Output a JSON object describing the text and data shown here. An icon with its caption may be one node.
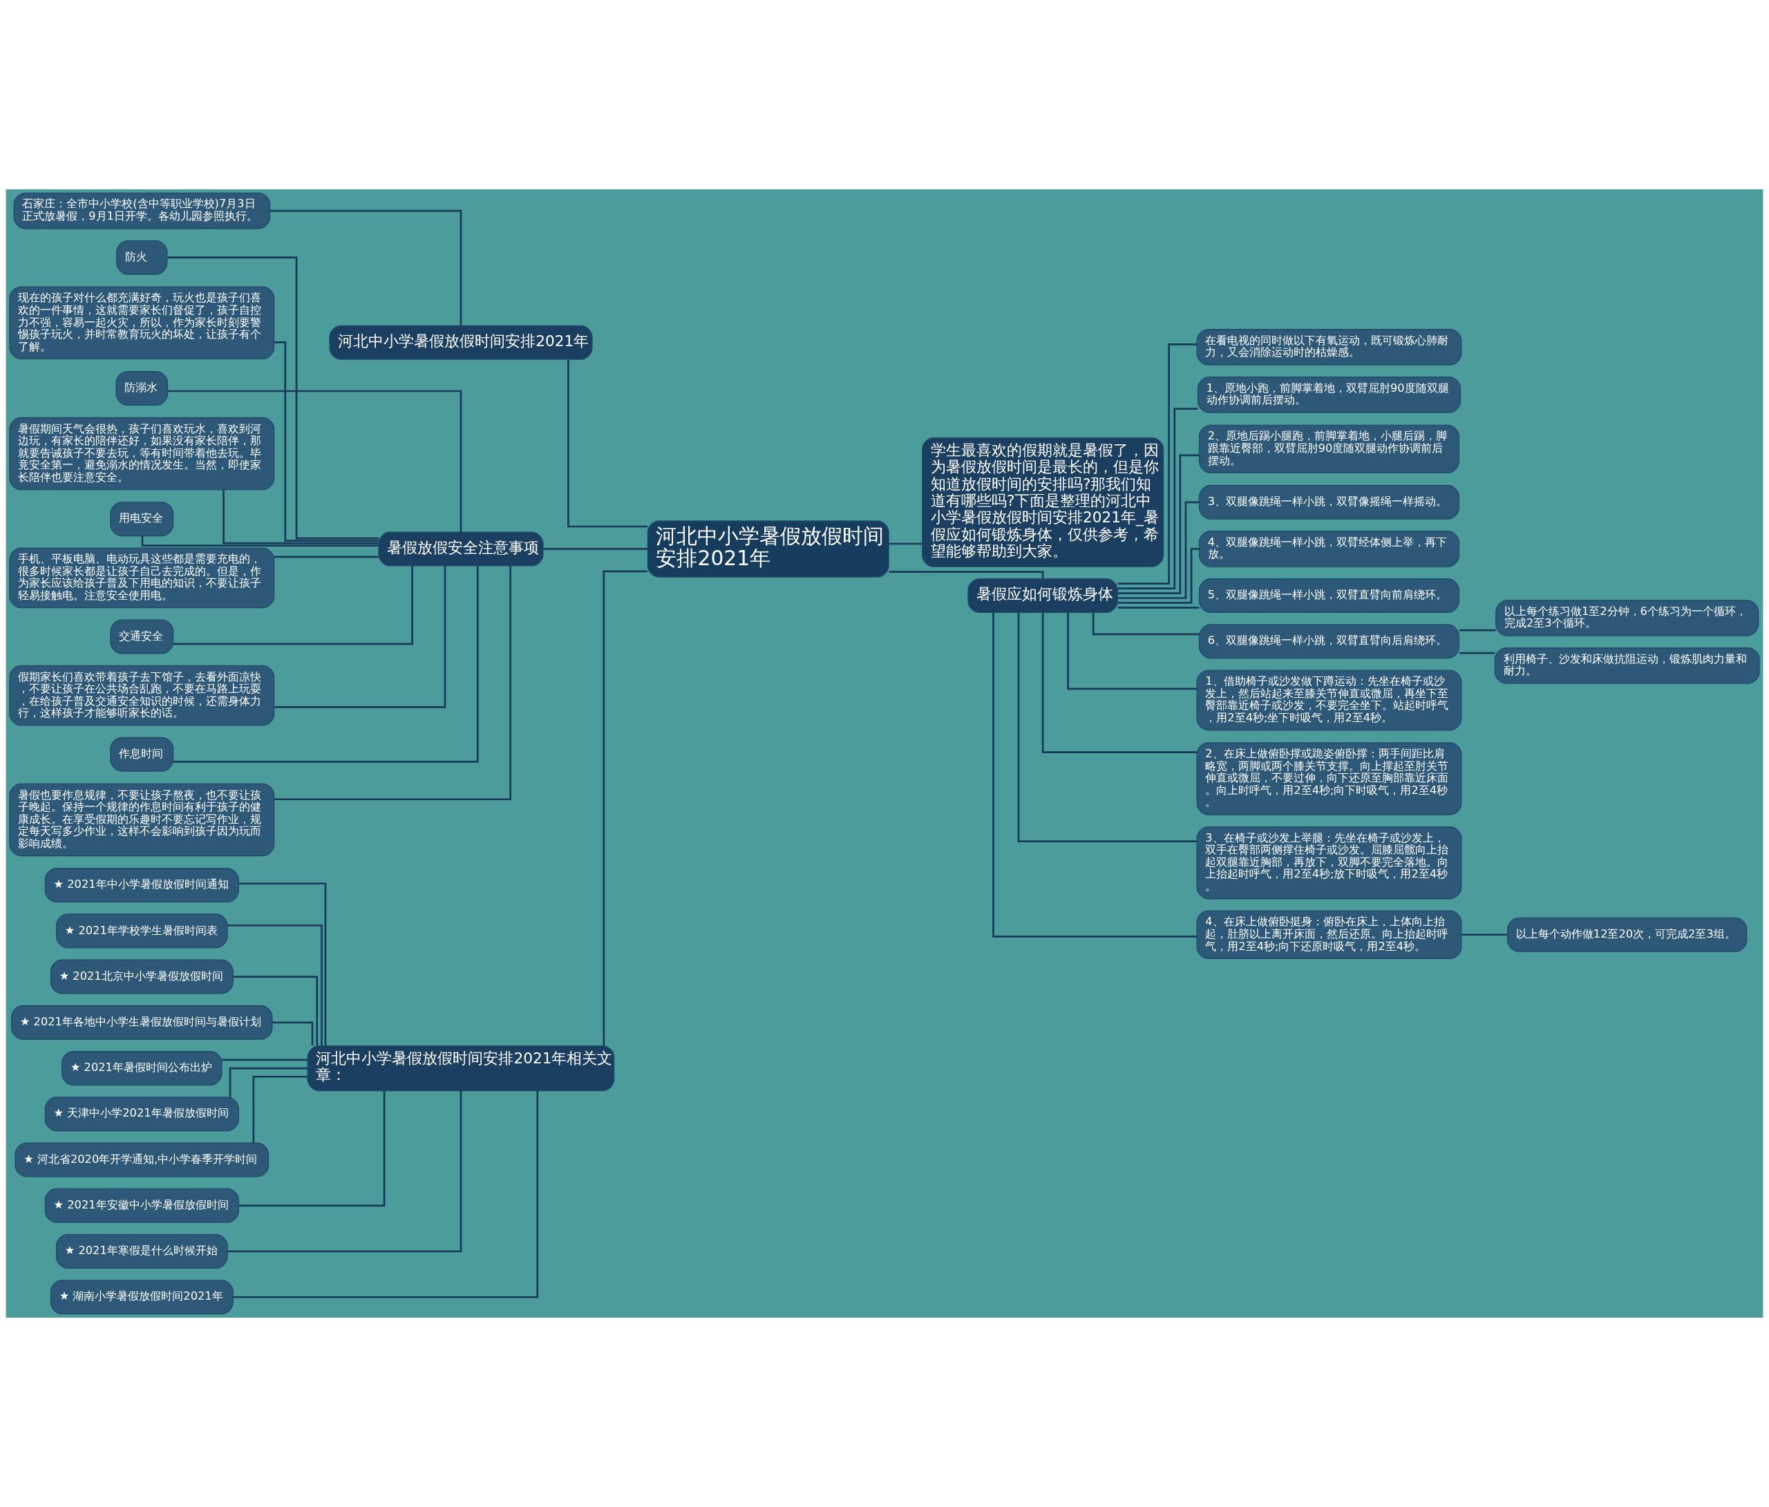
{
  "diagram": {
    "nodes": [
      {
        "text": [
          "河北中小学暑假放假时间安排2021年"
        ]
      },
      {
        "text": [
          "河北中小学暑假放假时间安排2021年"
        ]
      },
      {
        "text": [
          "石家庄：全市中小学校(含中等职业学校)7月3日正式放暑假，9月1日开学。各幼儿园参照执行。"
        ]
      },
      {
        "text": [
          "暑假放假安全注意事项"
        ]
      },
      {
        "text": [
          "防火"
        ]
      },
      {
        "text": [
          "现在的孩子对什么都充满好奇，玩火也是孩子们喜欢的一件事情，这就需要家长们督促了，孩子自控力不强，容易一起火灾，所以，作为家长时刻要警惕孩子玩火，并时常教育玩火的坏处，让孩子有个了解。"
        ]
      },
      {
        "text": [
          "防溺水"
        ]
      },
      {
        "text": [
          "暑假期间天气会很热，孩子们喜欢玩水，喜欢到河边玩，有家长的陪伴还好，如果没有家长陪伴，那就要告诫孩子不要去玩，等有时间带着他去玩。毕竟安全第一，避免溺水的情况发生。当然，即使家长陪伴也要注意安全。"
        ]
      },
      {
        "text": [
          "用电安全"
        ]
      },
      {
        "text": [
          "手机、平板电脑、电动玩具这些都是需要充电的，很多时候家长都是让孩子自己去完成的。但是，作为家长应该给孩子普及下用电的知识，不要让孩子轻易接触电。注意安全使用电。"
        ]
      },
      {
        "text": [
          "交通安全"
        ]
      },
      {
        "text": [
          "假期家长们喜欢带着孩子去下馆子，去看外面凉快，不要让孩子在公共场合乱跑，不要在马路上玩耍，在给孩子普及交通安全知识的时候，还需身体力行，这样孩子才能够听家长的话。"
        ]
      },
      {
        "text": [
          "作息时间"
        ]
      },
      {
        "text": [
          "暑假也要作息规律，不要让孩子熬夜，也不要让孩子晚起。保持一个规律的作息时间有利于孩子的健康成长。在享受假期的乐趣时不要忘记写作业，规定每天写多少作业，这样不会影响到孩子因为玩而影响成绩。"
        ]
      },
      {
        "text": [
          "河北中小学暑假放假时间安排2021年相关文章："
        ]
      },
      {
        "text": [
          "★ 2021年中小学暑假放假时间通知"
        ]
      },
      {
        "text": [
          "★ 2021年学校学生暑假时间表"
        ]
      },
      {
        "text": [
          "★ 2021北京中小学暑假放假时间"
        ]
      },
      {
        "text": [
          "★ 2021年各地中小学生暑假放假时间与暑假计划"
        ]
      },
      {
        "text": [
          "★ 2021年暑假时间公布出炉"
        ]
      },
      {
        "text": [
          "★ 天津中小学2021年暑假放假时间"
        ]
      },
      {
        "text": [
          "★ 河北省2020年开学通知,中小学春季开学时间"
        ]
      },
      {
        "text": [
          "★ 2021年安徽中小学暑假放假时间"
        ]
      },
      {
        "text": [
          "★ 2021年寒假是什么时候开始"
        ]
      },
      {
        "text": [
          "★ 湖南小学暑假放假时间2021年"
        ]
      },
      {
        "text": [
          "学生最喜欢的假期就是暑假了，因为暑假放假时间是最长的，但是你知道放假时间的安排吗?那我们知道有哪些吗?下面是整理的河北中小学暑假放假时间安排2021年_暑假应如何锻炼身体，仅供参考，希望能够帮助到大家。"
        ]
      },
      {
        "text": [
          "暑假应如何锻炼身体"
        ]
      },
      {
        "text": [
          "在看电视的同时做以下有氧运动，既可锻炼心肺耐力，又会消除运动时的枯燥感。"
        ]
      },
      {
        "text": [
          "1、原地小跑，前脚掌着地，双臂屈肘90度随双腿动作协调前后摆动。"
        ]
      },
      {
        "text": [
          "2、原地后踢小腿跑，前脚掌着地，小腿后踢，脚跟靠近臀部，双臂屈肘90度随双腿动作协调前后摆动。"
        ]
      },
      {
        "text": [
          "3、双腿像跳绳一样小跳，双臂像摇绳一样摇动。"
        ]
      },
      {
        "text": [
          "4、双腿像跳绳一样小跳，双臂经体侧上举，再下放。"
        ]
      },
      {
        "text": [
          "5、双腿像跳绳一样小跳，双臂直臂向前肩绕环。"
        ]
      },
      {
        "text": [
          "6、双腿像跳绳一样小跳，双臂直臂向后肩绕环。"
        ]
      },
      {
        "text": [
          "以上每个练习做1至2分钟，6个练习为一个循环，完成2至3个循环。"
        ]
      },
      {
        "text": [
          "利用椅子、沙发和床做抗阻运动，锻炼肌肉力量和耐力。"
        ]
      },
      {
        "text": [
          "1、借助椅子或沙发做下蹲运动：先坐在椅子或沙发上，然后站起来至膝关节伸直或微屈，再坐下至臀部靠近椅子或沙发，不要完全坐下。站起时呼气，用2至4秒;坐下时吸气，用2至4秒。"
        ]
      },
      {
        "text": [
          "2、在床上做俯卧撑或跪姿俯卧撑：两手间距比肩略宽，两脚或两个膝关节支撑。向上撑起至肘关节伸直或微屈，不要过伸，向下还原至胸部靠近床面。向上时呼气，用2至4秒;向下时吸气，用2至4秒。"
        ]
      },
      {
        "text": [
          "3、在椅子或沙发上举腿：先坐在椅子或沙发上，双手在臀部两侧撑住椅子或沙发。屈膝屈髋向上抬起双腿靠近胸部，再放下，双脚不要完全落地。向上抬起时呼气，用2至4秒;放下时吸气，用2至4秒。"
        ]
      },
      {
        "text": [
          "4、在床上做俯卧挺身：俯卧在床上，上体向上抬起，肚脐以上离开床面，然后还原。向上抬起时呼气，用2至4秒;向下还原时吸气，用2至4秒。"
        ]
      },
      {
        "text": [
          "以上每个动作做12至20次，可完成2至3组。"
        ]
      }
    ],
    "edges": [
      {
        "from": 1,
        "to": 0,
        "arrow": "none"
      },
      {
        "from": 2,
        "to": 1,
        "arrow": "none"
      },
      {
        "from": 3,
        "to": 0,
        "arrow": "none"
      },
      {
        "from": 4,
        "to": 3,
        "arrow": "none"
      },
      {
        "from": 5,
        "to": 3,
        "arrow": "none"
      },
      {
        "from": 6,
        "to": 3,
        "arrow": "none"
      },
      {
        "from": 7,
        "to": 3,
        "arrow": "none"
      },
      {
        "from": 8,
        "to": 3,
        "arrow": "none"
      },
      {
        "from": 9,
        "to": 3,
        "arrow": "none"
      },
      {
        "from": 10,
        "to": 3,
        "arrow": "none"
      },
      {
        "from": 11,
        "to": 3,
        "arrow": "none"
      },
      {
        "from": 12,
        "to": 3,
        "arrow": "none"
      },
      {
        "from": 13,
        "to": 3,
        "arrow": "none"
      },
      {
        "from": 14,
        "to": 0,
        "arrow": "none"
      },
      {
        "from": 15,
        "to": 14,
        "arrow": "none"
      },
      {
        "from": 16,
        "to": 14,
        "arrow": "none"
      },
      {
        "from": 17,
        "to": 14,
        "arrow": "none"
      },
      {
        "from": 18,
        "to": 14,
        "arrow": "none"
      },
      {
        "from": 19,
        "to": 14,
        "arrow": "none"
      },
      {
        "from": 20,
        "to": 14,
        "arrow": "none"
      },
      {
        "from": 21,
        "to": 14,
        "arrow": "none"
      },
      {
        "from": 22,
        "to": 14,
        "arrow": "none"
      },
      {
        "from": 23,
        "to": 14,
        "arrow": "none"
      },
      {
        "from": 24,
        "to": 14,
        "arrow": "none"
      },
      {
        "from": 0,
        "to": 25,
        "arrow": "none"
      },
      {
        "from": 0,
        "to": 26,
        "arrow": "none"
      },
      {
        "from": 26,
        "to": 27,
        "arrow": "none"
      },
      {
        "from": 26,
        "to": 28,
        "arrow": "none"
      },
      {
        "from": 26,
        "to": 29,
        "arrow": "none"
      },
      {
        "from": 26,
        "to": 30,
        "arrow": "none"
      },
      {
        "from": 26,
        "to": 31,
        "arrow": "none"
      },
      {
        "from": 26,
        "to": 32,
        "arrow": "none"
      },
      {
        "from": 26,
        "to": 33,
        "arrow": "none"
      },
      {
        "from": 33,
        "to": 34,
        "arrow": "none"
      },
      {
        "from": 33,
        "to": 35,
        "arrow": "none"
      },
      {
        "from": 26,
        "to": 36,
        "arrow": "none"
      },
      {
        "from": 26,
        "to": 37,
        "arrow": "none"
      },
      {
        "from": 26,
        "to": 38,
        "arrow": "none"
      },
      {
        "from": 26,
        "to": 39,
        "arrow": "none"
      },
      {
        "from": 39,
        "to": 40,
        "arrow": "none"
      }
    ]
  }
}
